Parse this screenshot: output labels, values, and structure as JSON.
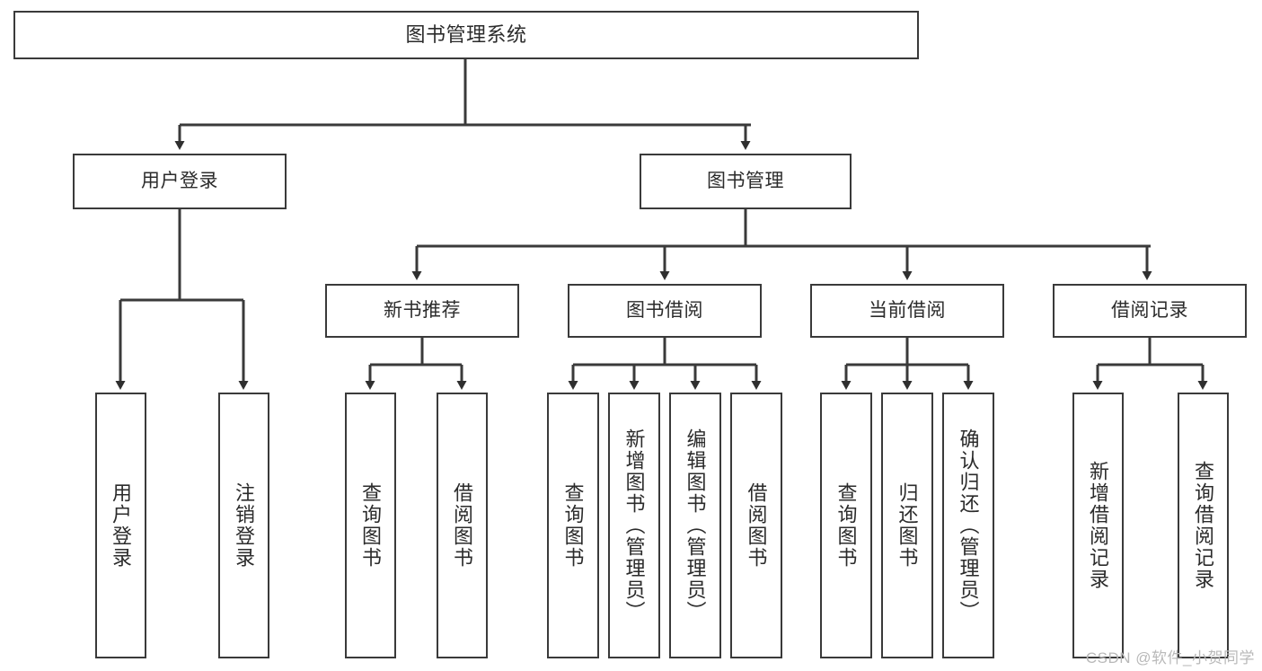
{
  "diagram": {
    "title": "图书管理系统",
    "type": "hierarchy-tree",
    "watermark": "CSDN @软件_小贺同学",
    "colors": {
      "box_border": "#3a3a3a",
      "box_fill": "#ffffff",
      "text": "#2b2b2b",
      "edge": "#3a3a3a",
      "watermark": "#b9b9b9"
    },
    "nodes": {
      "root": {
        "label": "图书管理系统"
      },
      "level2": [
        {
          "label": "用户登录"
        },
        {
          "label": "图书管理"
        }
      ],
      "level3": [
        {
          "label": "新书推荐"
        },
        {
          "label": "图书借阅"
        },
        {
          "label": "当前借阅"
        },
        {
          "label": "借阅记录"
        }
      ],
      "leaves": {
        "user_login": [
          {
            "label": "用户登录"
          },
          {
            "label": "注销登录"
          }
        ],
        "new_book_recommend": [
          {
            "label": "查询图书"
          },
          {
            "label": "借阅图书"
          }
        ],
        "book_borrow": [
          {
            "label": "查询图书"
          },
          {
            "label": "新增图书（管理员）"
          },
          {
            "label": "编辑图书（管理员）"
          },
          {
            "label": "借阅图书"
          }
        ],
        "current_borrow": [
          {
            "label": "查询图书"
          },
          {
            "label": "归还图书"
          },
          {
            "label": "确认归还（管理员）"
          }
        ],
        "borrow_record": [
          {
            "label": "新增借阅记录"
          },
          {
            "label": "查询借阅记录"
          }
        ]
      }
    }
  }
}
